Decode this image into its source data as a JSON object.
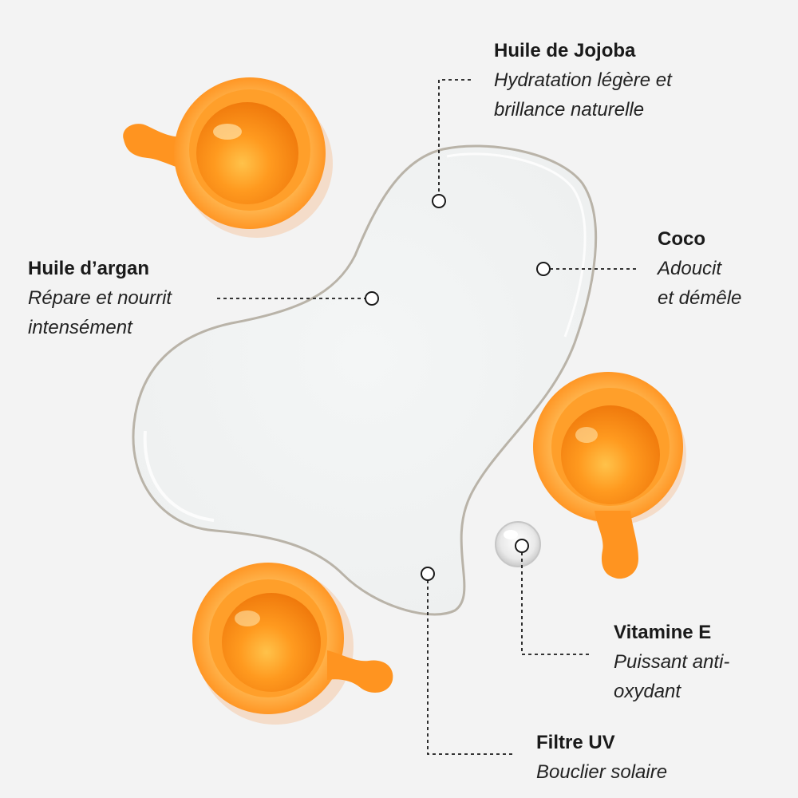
{
  "colors": {
    "background": "#f3f3f3",
    "capsule_orange": "#ff8a14",
    "leader_line": "#1a1a1a"
  },
  "ingredients": [
    {
      "title": "Huile de Jojoba",
      "desc": [
        "Hydratation légère et",
        "brillance naturelle"
      ]
    },
    {
      "title": "Huile d’argan",
      "desc": [
        "Répare et nourrit",
        "intensément"
      ]
    },
    {
      "title": "Coco",
      "desc": [
        "Adoucit",
        "et démêle"
      ]
    },
    {
      "title": "Vitamine E",
      "desc": [
        "Puissant anti-",
        "oxydant"
      ]
    },
    {
      "title": "Filtre UV",
      "desc": [
        "Bouclier solaire"
      ]
    }
  ]
}
